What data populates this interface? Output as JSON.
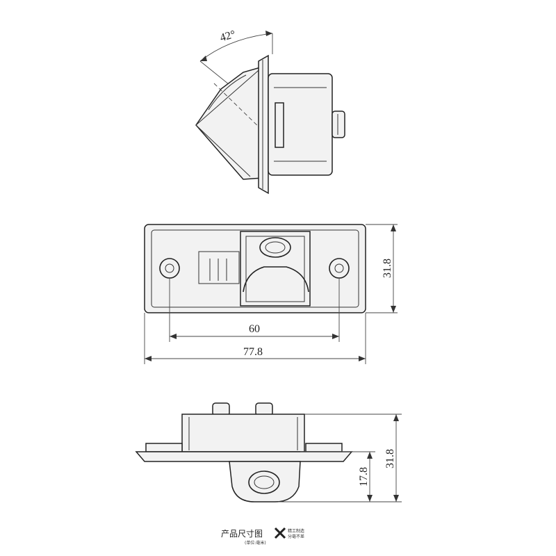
{
  "dimensions": {
    "angle": "42°",
    "hole_spacing": "60",
    "overall_width": "77.8",
    "front_height": "31.8",
    "side_height": "31.8",
    "lens_depth": "17.8"
  },
  "legend": {
    "title": "产品尺寸图",
    "unit_note": "(单位:毫米)",
    "slogan_line1": "精工制造",
    "slogan_line2": "分毫不差"
  },
  "colors": {
    "line": "#222222",
    "background": "#ffffff"
  }
}
